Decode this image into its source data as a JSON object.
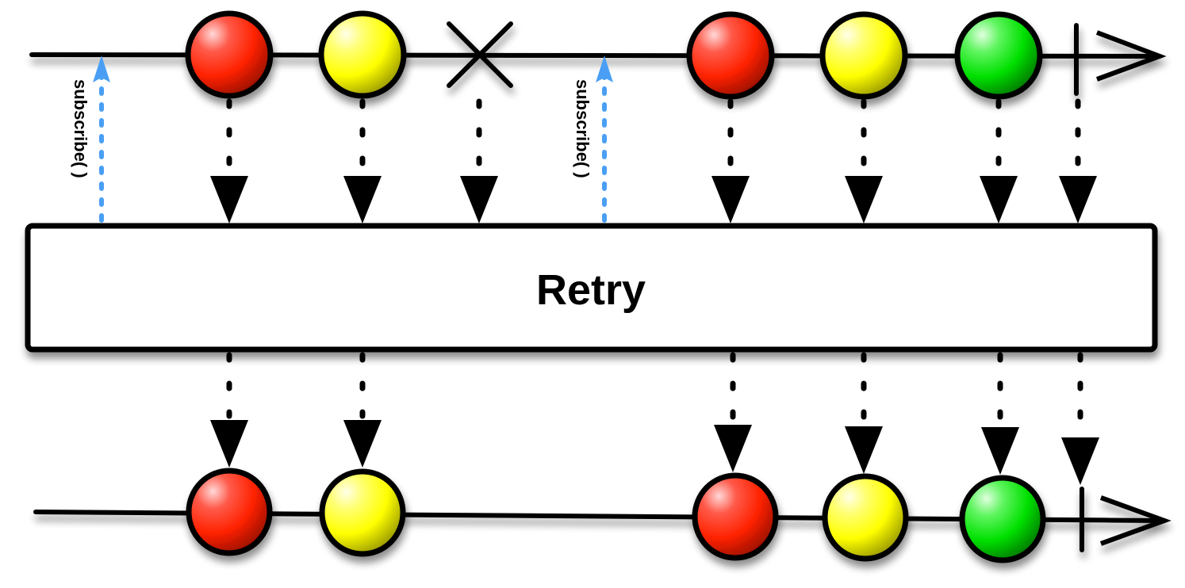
{
  "operator": {
    "label": "Retry"
  },
  "subscribe_label": "subscribe( )",
  "colors": {
    "red": "#ff2200",
    "yellow": "#ffff00",
    "green": "#00ee00",
    "subscribe_arrow": "#4a9ff5",
    "stroke": "#000000"
  },
  "input_timeline": {
    "events": [
      {
        "type": "item",
        "color": "red"
      },
      {
        "type": "item",
        "color": "yellow"
      },
      {
        "type": "error"
      },
      {
        "type": "item",
        "color": "red"
      },
      {
        "type": "item",
        "color": "yellow"
      },
      {
        "type": "item",
        "color": "green"
      },
      {
        "type": "complete"
      }
    ],
    "subscriptions": 2
  },
  "output_timeline": {
    "events": [
      {
        "type": "item",
        "color": "red"
      },
      {
        "type": "item",
        "color": "yellow"
      },
      {
        "type": "item",
        "color": "red"
      },
      {
        "type": "item",
        "color": "yellow"
      },
      {
        "type": "item",
        "color": "green"
      },
      {
        "type": "complete"
      }
    ]
  }
}
